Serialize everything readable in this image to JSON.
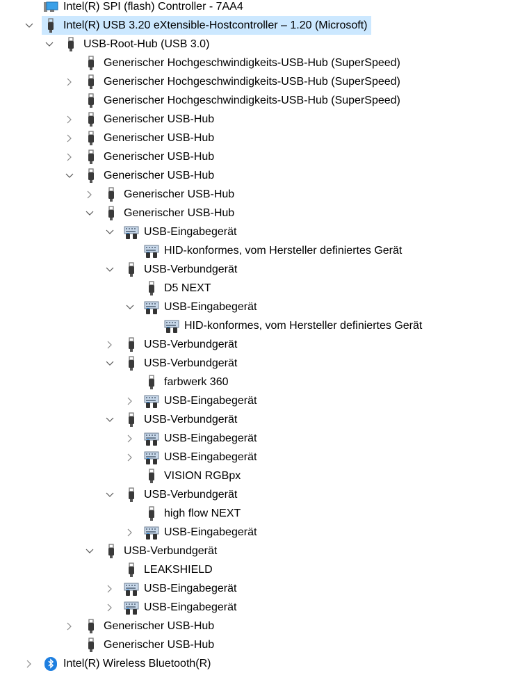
{
  "colors": {
    "selection": "#cce8ff",
    "chevron": "#555555"
  },
  "tree": [
    {
      "level": 0,
      "exp": "none",
      "icon": "monitor-icon",
      "label": "Intel(R) SPI (flash) Controller - 7AA4"
    },
    {
      "level": 0,
      "exp": "expanded",
      "icon": "usb-icon",
      "label": "Intel(R) USB 3.20 eXtensible-Hostcontroller – 1.20 (Microsoft)",
      "selected": true
    },
    {
      "level": 1,
      "exp": "expanded",
      "icon": "usb-icon",
      "label": "USB-Root-Hub (USB 3.0)"
    },
    {
      "level": 2,
      "exp": "none",
      "icon": "usb-icon",
      "label": "Generischer Hochgeschwindigkeits-USB-Hub (SuperSpeed)"
    },
    {
      "level": 2,
      "exp": "collapsed",
      "icon": "usb-icon",
      "label": "Generischer Hochgeschwindigkeits-USB-Hub (SuperSpeed)"
    },
    {
      "level": 2,
      "exp": "none",
      "icon": "usb-icon",
      "label": "Generischer Hochgeschwindigkeits-USB-Hub (SuperSpeed)"
    },
    {
      "level": 2,
      "exp": "collapsed",
      "icon": "usb-icon",
      "label": "Generischer USB-Hub"
    },
    {
      "level": 2,
      "exp": "collapsed",
      "icon": "usb-icon",
      "label": "Generischer USB-Hub"
    },
    {
      "level": 2,
      "exp": "collapsed",
      "icon": "usb-icon",
      "label": "Generischer USB-Hub"
    },
    {
      "level": 2,
      "exp": "expanded",
      "icon": "usb-icon",
      "label": "Generischer USB-Hub"
    },
    {
      "level": 3,
      "exp": "collapsed",
      "icon": "usb-icon",
      "label": "Generischer USB-Hub"
    },
    {
      "level": 3,
      "exp": "expanded",
      "icon": "usb-icon",
      "label": "Generischer USB-Hub"
    },
    {
      "level": 4,
      "exp": "expanded",
      "icon": "hid-icon",
      "label": "USB-Eingabegerät"
    },
    {
      "level": 5,
      "exp": "none",
      "icon": "hid-icon",
      "label": "HID-konformes, vom Hersteller definiertes Gerät"
    },
    {
      "level": 4,
      "exp": "expanded",
      "icon": "usb-icon",
      "label": "USB-Verbundgerät"
    },
    {
      "level": 5,
      "exp": "none",
      "icon": "usb-icon",
      "label": "D5 NEXT"
    },
    {
      "level": 5,
      "exp": "expanded",
      "icon": "hid-icon",
      "label": "USB-Eingabegerät"
    },
    {
      "level": 6,
      "exp": "none",
      "icon": "hid-icon",
      "label": "HID-konformes, vom Hersteller definiertes Gerät"
    },
    {
      "level": 4,
      "exp": "collapsed",
      "icon": "usb-icon",
      "label": "USB-Verbundgerät"
    },
    {
      "level": 4,
      "exp": "expanded",
      "icon": "usb-icon",
      "label": "USB-Verbundgerät"
    },
    {
      "level": 5,
      "exp": "none",
      "icon": "usb-icon",
      "label": "farbwerk 360"
    },
    {
      "level": 5,
      "exp": "collapsed",
      "icon": "hid-icon",
      "label": "USB-Eingabegerät"
    },
    {
      "level": 4,
      "exp": "expanded",
      "icon": "usb-icon",
      "label": "USB-Verbundgerät"
    },
    {
      "level": 5,
      "exp": "collapsed",
      "icon": "hid-icon",
      "label": "USB-Eingabegerät"
    },
    {
      "level": 5,
      "exp": "collapsed",
      "icon": "hid-icon",
      "label": "USB-Eingabegerät"
    },
    {
      "level": 5,
      "exp": "none",
      "icon": "usb-icon",
      "label": "VISION RGBpx"
    },
    {
      "level": 4,
      "exp": "expanded",
      "icon": "usb-icon",
      "label": "USB-Verbundgerät"
    },
    {
      "level": 5,
      "exp": "none",
      "icon": "usb-icon",
      "label": "high flow NEXT"
    },
    {
      "level": 5,
      "exp": "collapsed",
      "icon": "hid-icon",
      "label": "USB-Eingabegerät"
    },
    {
      "level": 3,
      "exp": "expanded",
      "icon": "usb-icon",
      "label": "USB-Verbundgerät"
    },
    {
      "level": 4,
      "exp": "none",
      "icon": "usb-icon",
      "label": "LEAKSHIELD"
    },
    {
      "level": 4,
      "exp": "collapsed",
      "icon": "hid-icon",
      "label": "USB-Eingabegerät"
    },
    {
      "level": 4,
      "exp": "collapsed",
      "icon": "hid-icon",
      "label": "USB-Eingabegerät"
    },
    {
      "level": 2,
      "exp": "collapsed",
      "icon": "usb-icon",
      "label": "Generischer USB-Hub"
    },
    {
      "level": 2,
      "exp": "none",
      "icon": "usb-icon",
      "label": "Generischer USB-Hub"
    },
    {
      "level": 0,
      "exp": "collapsed",
      "icon": "bluetooth-icon",
      "label": "Intel(R) Wireless Bluetooth(R)"
    }
  ]
}
